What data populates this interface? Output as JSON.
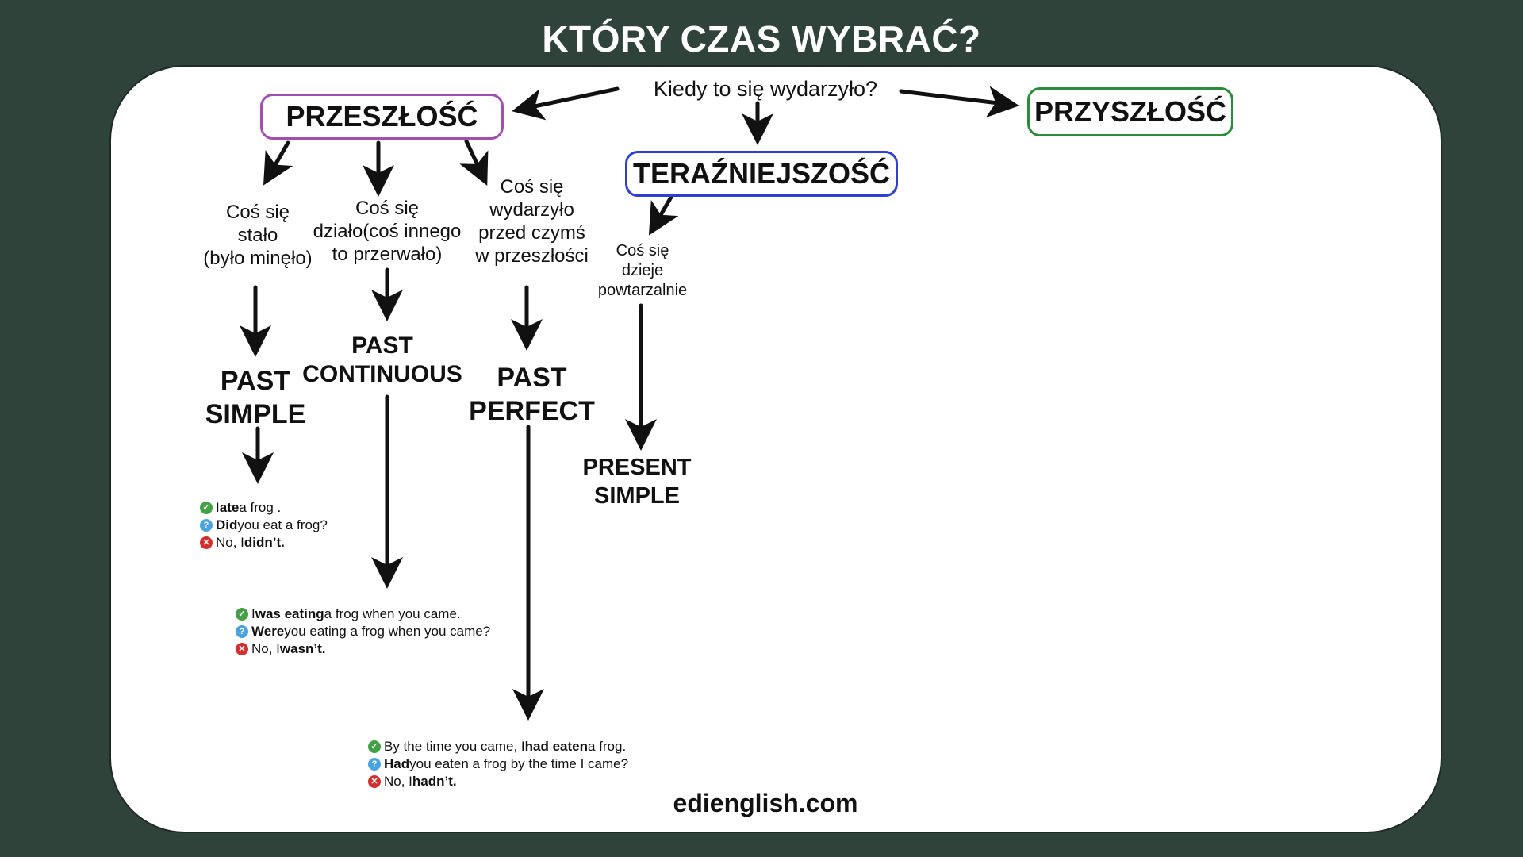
{
  "title": "KTÓRY CZAS WYBRAĆ?",
  "question": "Kiedy to się wydarzyło?",
  "branches": {
    "past": "PRZESZŁOŚĆ",
    "present": "TERAŹNIEJSZOŚĆ",
    "future": "PRZYSZŁOŚĆ"
  },
  "conditions": {
    "past_simple": [
      "Coś się",
      "stało",
      "(było minęło)"
    ],
    "past_continuous": [
      "Coś się",
      "działo(coś innego",
      "to przerwało)"
    ],
    "past_perfect": [
      "Coś się",
      "wydarzyło",
      "przed czymś",
      "w przeszłości"
    ],
    "present_simple": [
      "Coś się",
      "dzieje",
      "powtarzalnie"
    ]
  },
  "tenses": {
    "past_simple": [
      "PAST",
      "SIMPLE"
    ],
    "past_continuous": [
      "PAST",
      "CONTINUOUS"
    ],
    "past_perfect": [
      "PAST",
      "PERFECT"
    ],
    "present_simple": [
      "PRESENT",
      "SIMPLE"
    ]
  },
  "examples": {
    "past_simple": {
      "affirmative": {
        "pre": "I ",
        "bold": "ate",
        "post": " a frog ."
      },
      "question": {
        "pre": "",
        "bold": "Did",
        "post": " you eat a frog?"
      },
      "negative": {
        "pre": "No, I ",
        "bold": "didn’t.",
        "post": ""
      }
    },
    "past_continuous": {
      "affirmative": {
        "pre": "I ",
        "bold": "was eating",
        "post": " a frog when you came."
      },
      "question": {
        "pre": "",
        "bold": "Were",
        "post": " you eating a frog when you came?"
      },
      "negative": {
        "pre": "No, I ",
        "bold": "wasn’t.",
        "post": ""
      }
    },
    "past_perfect": {
      "affirmative": {
        "pre": "By the time you came, I ",
        "bold": "had eaten",
        "post": " a frog."
      },
      "question": {
        "pre": "",
        "bold": "Had",
        "post": " you eaten a frog by the time I came?"
      },
      "negative": {
        "pre": "No, I ",
        "bold": "hadn’t.",
        "post": ""
      }
    }
  },
  "icons": {
    "affirmative": "check-circle-icon",
    "question": "question-circle-icon",
    "negative": "cross-circle-icon"
  },
  "footer": "edienglish.com",
  "colors": {
    "background": "#2f433b",
    "past_border": "#a24fb0",
    "present_border": "#2f3fd6",
    "future_border": "#2e8b3a",
    "check": "#43a047",
    "question": "#4aa3df",
    "cross": "#d32f2f"
  }
}
